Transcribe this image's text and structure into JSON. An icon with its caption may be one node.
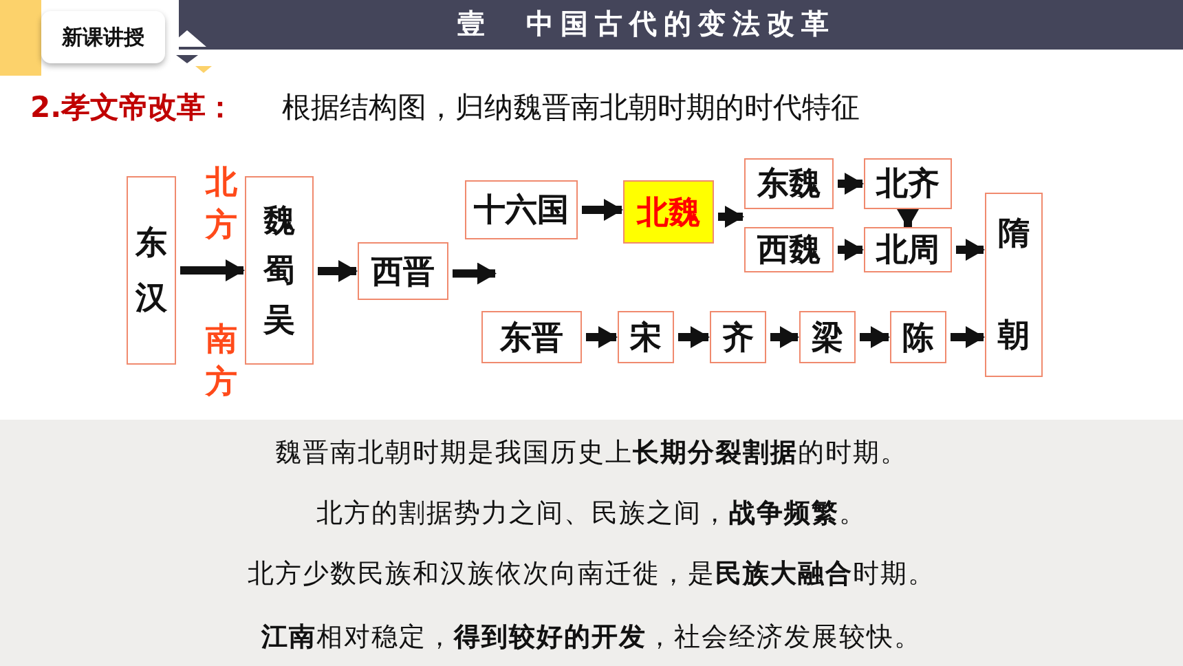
{
  "diagram": {
    "title": "壹　中国古代的变法改革",
    "nodes": [
      {
        "text": [
          "东汉"
        ]
      },
      {
        "text": [
          "魏蜀吴"
        ]
      },
      {
        "text": [
          "西晋"
        ]
      },
      {
        "text": [
          "十六国"
        ]
      },
      {
        "text": [
          "北魏"
        ]
      },
      {
        "text": [
          "东魏"
        ]
      },
      {
        "text": [
          "北齐"
        ]
      },
      {
        "text": [
          "西魏"
        ]
      },
      {
        "text": [
          "北周"
        ]
      },
      {
        "text": [
          "隋朝"
        ]
      },
      {
        "text": [
          "东晋"
        ]
      },
      {
        "text": [
          "宋"
        ]
      },
      {
        "text": [
          "齐"
        ]
      },
      {
        "text": [
          "梁"
        ]
      },
      {
        "text": [
          "陈"
        ]
      }
    ],
    "edges": [
      {
        "from": 0,
        "to": 1,
        "arrow": "to"
      },
      {
        "from": 1,
        "to": 2,
        "arrow": "to"
      },
      {
        "from": 2,
        "to": 3,
        "arrow": "to"
      },
      {
        "from": 2,
        "to": 10,
        "arrow": "to"
      },
      {
        "from": 3,
        "to": 4,
        "arrow": "to"
      },
      {
        "from": 4,
        "to": 5,
        "arrow": "to"
      },
      {
        "from": 4,
        "to": 7,
        "arrow": "to"
      },
      {
        "from": 5,
        "to": 6,
        "arrow": "to"
      },
      {
        "from": 6,
        "to": 8,
        "arrow": "to"
      },
      {
        "from": 7,
        "to": 8,
        "arrow": "to"
      },
      {
        "from": 8,
        "to": 9,
        "arrow": "to"
      },
      {
        "from": 10,
        "to": 11,
        "arrow": "to"
      },
      {
        "from": 11,
        "to": 12,
        "arrow": "to"
      },
      {
        "from": 12,
        "to": 13,
        "arrow": "to"
      },
      {
        "from": 13,
        "to": 14,
        "arrow": "to"
      },
      {
        "from": 14,
        "to": 9,
        "arrow": "to"
      }
    ],
    "labels": [
      "新课讲授",
      "2.孝文帝改革：",
      "根据结构图，归纳魏晋南北朝时期的时代特征",
      "北方",
      "南方",
      "魏晋南北朝时期是我国历史上**长期分裂割据**的时期。",
      "北方的割据势力之间、民族之间，**战争频繁**。",
      "北方少数民族和汉族依次向南迁徙，是**民族大融合**时期。",
      "**江南**相对稳定，**得到较好的开发**，社会经济发展较快。"
    ]
  }
}
